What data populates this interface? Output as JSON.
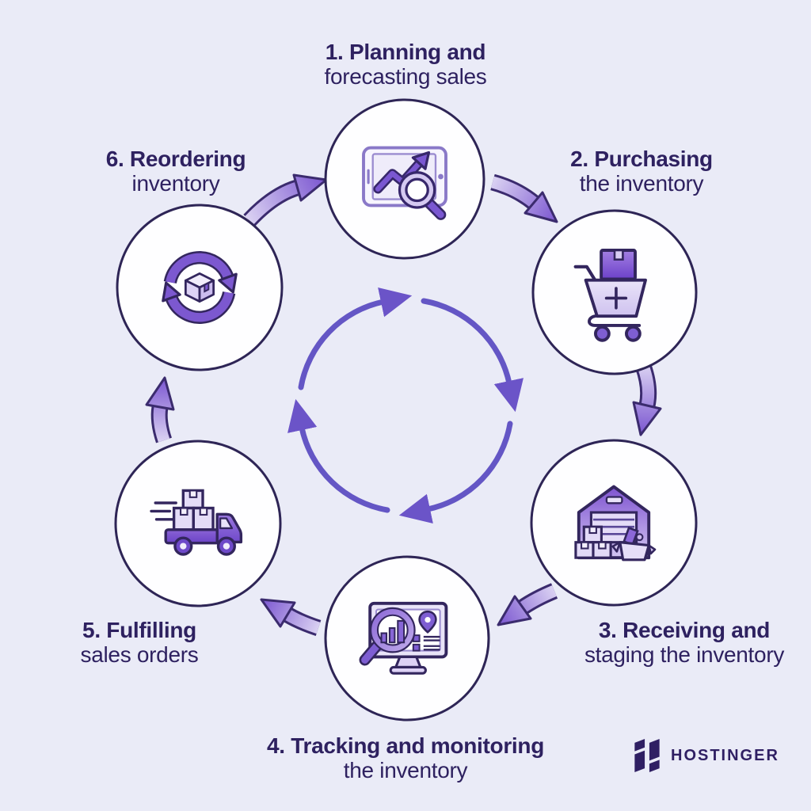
{
  "steps": [
    {
      "title": "1. Planning and",
      "subtitle": "forecasting sales",
      "icon": "tablet-trend-magnifier-icon"
    },
    {
      "title": "2. Purchasing",
      "subtitle": "the inventory",
      "icon": "shopping-cart-box-icon"
    },
    {
      "title": "3. Receiving and",
      "subtitle": "staging the inventory",
      "icon": "warehouse-boxes-icon"
    },
    {
      "title": "4. Tracking and monitoring",
      "subtitle": "the inventory",
      "icon": "monitor-magnifier-chart-icon"
    },
    {
      "title": "5. Fulfilling",
      "subtitle": "sales orders",
      "icon": "delivery-truck-icon"
    },
    {
      "title": "6. Reordering",
      "subtitle": "inventory",
      "icon": "box-refresh-arrows-icon"
    }
  ],
  "brand": {
    "name": "HOSTINGER"
  },
  "cycle": {
    "direction": "clockwise",
    "step_count": 6
  },
  "colors": {
    "background": "#eaebf7",
    "text": "#2e2160",
    "circle_fill": "#fefeff",
    "circle_stroke": "#2e2556",
    "arrow_head_purple": "#7a55d0",
    "arrow_tail_light": "#d9d0f2",
    "cycle_stroke": "#6456c5",
    "brand_color": "#2f1f63"
  }
}
